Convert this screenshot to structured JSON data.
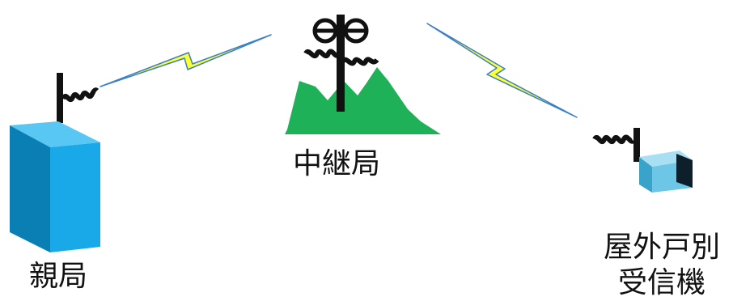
{
  "labels": {
    "relay_station": "中継局",
    "parent_station": "親局",
    "outdoor_receiver_line1": "屋外戸別",
    "outdoor_receiver_line2": "受信機"
  },
  "colors": {
    "building_front": "#1aa9e8",
    "building_side": "#0a7fb3",
    "mountain": "#1fb158",
    "lightning_fill": "#ffff33",
    "lightning_edge": "#3a7fc7",
    "receiver_box_front": "#6ec6e6",
    "receiver_box_dark": "#0d1f2a",
    "antenna": "#111111"
  }
}
